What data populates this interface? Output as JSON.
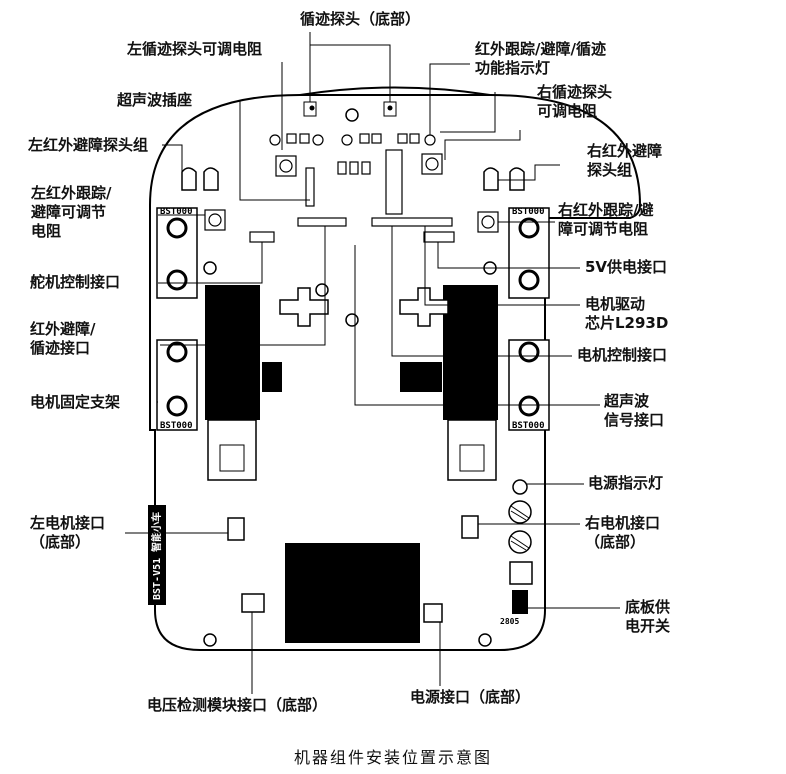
{
  "labels": {
    "track_probe": "循迹探头（底部）",
    "left_track_pot": "左循迹探头可调电阻",
    "ir_indicator_1": "红外跟踪/避障/循迹",
    "ir_indicator_2": "功能指示灯",
    "ultrasonic_socket": "超声波插座",
    "right_track_pot_1": "右循迹探头",
    "right_track_pot_2": "可调电阻",
    "left_ir_probe": "左红外避障探头组",
    "right_ir_probe_1": "右红外避障",
    "right_ir_probe_2": "探头组",
    "left_ir_pot_1": "左红外跟踪/",
    "left_ir_pot_2": "避障可调节",
    "left_ir_pot_3": "电阻",
    "right_ir_pot_1": "右红外跟踪/避",
    "right_ir_pot_2": "障可调节电阻",
    "servo_port": "舵机控制接口",
    "power_5v": "5V供电接口",
    "motor_driver_1": "电机驱动",
    "motor_driver_2": "芯片L293D",
    "ir_track_port_1": "红外避障/",
    "ir_track_port_2": "循迹接口",
    "motor_ctrl_port": "电机控制接口",
    "motor_bracket": "电机固定支架",
    "ultrasonic_signal_1": "超声波",
    "ultrasonic_signal_2": "信号接口",
    "power_led": "电源指示灯",
    "left_motor_1": "左电机接口",
    "left_motor_2": "（底部）",
    "right_motor_1": "右电机接口",
    "right_motor_2": "（底部）",
    "power_switch_1": "底板供",
    "power_switch_2": "电开关",
    "voltage_port": "电压检测模块接口（底部）",
    "power_port": "电源接口（底部）"
  },
  "silkscreen": {
    "bracket": "BST000",
    "board_name": "BST-V51 智能小车",
    "sw_label": "2805"
  },
  "caption": "机器组件安装位置示意图"
}
